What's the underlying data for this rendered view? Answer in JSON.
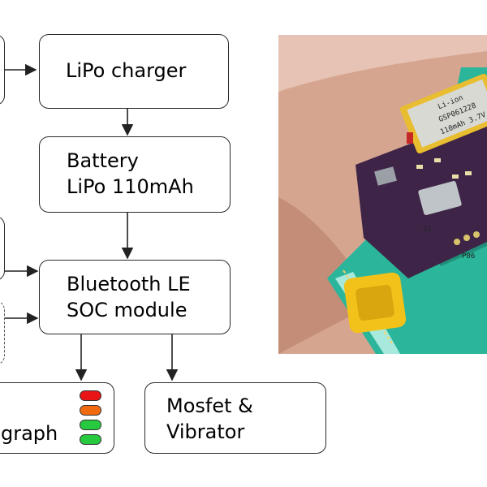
{
  "diagram": {
    "boxes": {
      "lipo_charger": "LiPo charger",
      "battery_line1": "Battery",
      "battery_line2": "LiPo 110mAh",
      "ble_line1": "Bluetooth LE",
      "ble_line2": "SOC module",
      "bargraph_partial": "graph",
      "mosfet_line1": "Mosfet &",
      "mosfet_line2": "Vibrator"
    },
    "leds": [
      {
        "name": "red",
        "color": "#e81416"
      },
      {
        "name": "orange",
        "color": "#f26a0f"
      },
      {
        "name": "green",
        "color": "#27c93f"
      },
      {
        "name": "green",
        "color": "#27c93f"
      }
    ]
  },
  "photo": {
    "battery_label": [
      "Li-ion",
      "GSP061228",
      "110mAh 3.7V"
    ],
    "board_labels": [
      "S1",
      "P06"
    ]
  },
  "colors": {
    "skin": "#d9a893",
    "strap": "#2bb59a",
    "pcb": "#3e2548",
    "battery": "#e8bd2f",
    "buckle": "#f2c21a"
  }
}
